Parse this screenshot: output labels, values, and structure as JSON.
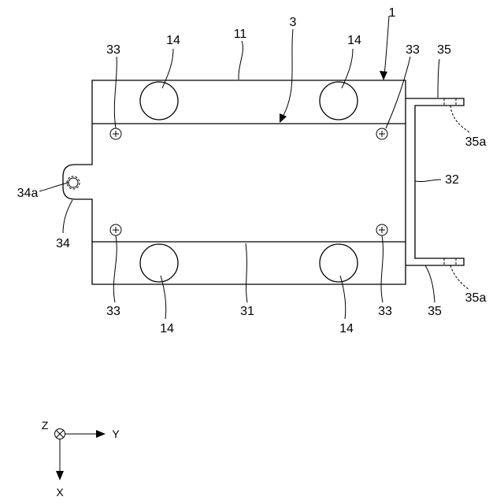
{
  "labels": {
    "r1": "1",
    "r3": "3",
    "r11": "11",
    "r14": "14",
    "r31": "31",
    "r32": "32",
    "r33": "33",
    "r34": "34",
    "r34a": "34a",
    "r35": "35",
    "r35a": "35a"
  },
  "axes": {
    "z": "Z",
    "y": "Y",
    "x": "X"
  }
}
